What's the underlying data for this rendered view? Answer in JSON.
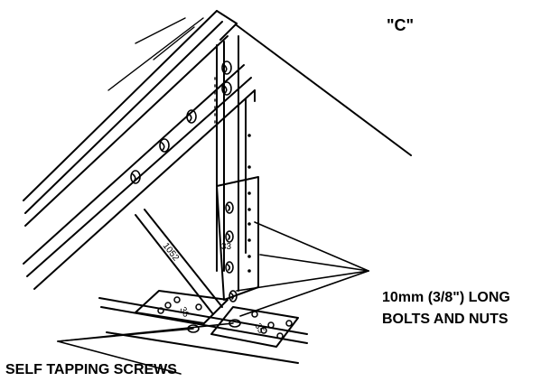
{
  "figure_label": "\"C\"",
  "callouts": {
    "bolts": {
      "line1": "10mm (3/8\") LONG",
      "line2": "BOLTS AND NUTS"
    },
    "screws": "SELF TAPPING SCREWS"
  },
  "part_marks": {
    "brace": "1052",
    "upright": "33",
    "plate_left": "36",
    "plate_right": "35"
  }
}
